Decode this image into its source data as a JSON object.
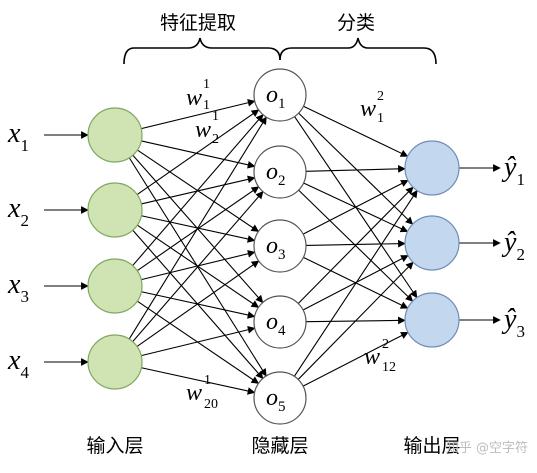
{
  "sections": {
    "feature_extraction": "特征提取",
    "classification": "分类"
  },
  "layers": {
    "input": "输入层",
    "hidden": "隐藏层",
    "output": "输出层"
  },
  "inputs": [
    {
      "base": "x",
      "sub": "1"
    },
    {
      "base": "x",
      "sub": "2"
    },
    {
      "base": "x",
      "sub": "3"
    },
    {
      "base": "x",
      "sub": "4"
    }
  ],
  "hidden_nodes": [
    {
      "base": "o",
      "sub": "1"
    },
    {
      "base": "o",
      "sub": "2"
    },
    {
      "base": "o",
      "sub": "3"
    },
    {
      "base": "o",
      "sub": "4"
    },
    {
      "base": "o",
      "sub": "5"
    }
  ],
  "outputs": [
    {
      "base": "ŷ",
      "sub": "1"
    },
    {
      "base": "ŷ",
      "sub": "2"
    },
    {
      "base": "ŷ",
      "sub": "3"
    }
  ],
  "weights": {
    "w1_1": {
      "base": "w",
      "sup": "1",
      "sub": "1"
    },
    "w2_1": {
      "base": "w",
      "sup": "1",
      "sub": "2"
    },
    "w20_1": {
      "base": "w",
      "sup": "1",
      "sub": "20"
    },
    "w1_2": {
      "base": "w",
      "sup": "2",
      "sub": "1"
    },
    "w12_2": {
      "base": "w",
      "sup": "2",
      "sub": "12"
    }
  },
  "watermark": "知乎 @空字符",
  "colors": {
    "input_fill": "#cfe3b3",
    "input_stroke": "#7ea861",
    "output_fill": "#c3d8ef",
    "output_stroke": "#6d8db8",
    "hidden_stroke": "#555555",
    "line": "#000000"
  }
}
